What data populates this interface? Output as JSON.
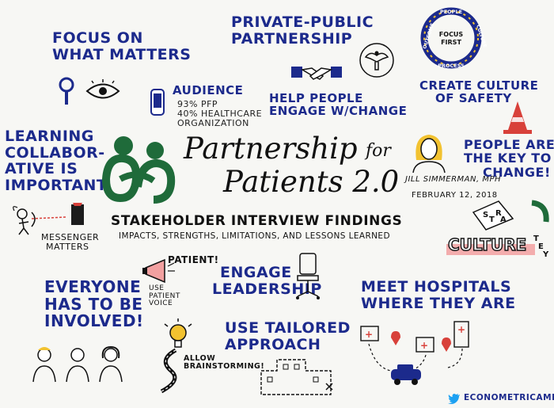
{
  "title": {
    "line1": "Partnership",
    "line1b": "for",
    "line2": "Patients 2.0",
    "subtitle": "STAKEHOLDER INTERVIEW FINDINGS",
    "tagline": "IMPACTS, STRENGTHS, LIMITATIONS, AND LESSONS LEARNED"
  },
  "author": {
    "name": "JILL SIMMERMAN, MPH",
    "date": "FEBRUARY 12, 2018"
  },
  "notes": {
    "focus": [
      "FOCUS ON",
      "WHAT MATTERS"
    ],
    "private_public": [
      "PRIVATE-PUBLIC",
      "PARTNERSHIP"
    ],
    "audience": "AUDIENCE",
    "audience_detail": [
      "93% PFP",
      "40% HEALTHCARE",
      "ORGANIZATION"
    ],
    "help_people": [
      "HELP PEOPLE",
      "ENGAGE W/CHANGE"
    ],
    "culture_safety": [
      "CREATE CULTURE",
      "OF SAFETY"
    ],
    "learning": [
      "LEARNING",
      "COLLABOR-",
      "ATIVE IS",
      "IMPORTANT"
    ],
    "messenger": [
      "MESSENGER",
      "MATTERS"
    ],
    "people_key": [
      "PEOPLE ARE",
      "THE KEY TO",
      "CHANGE!"
    ],
    "patient_tag": "PATIENT!",
    "patient_voice": [
      "USE",
      "PATIENT",
      "VOICE"
    ],
    "engage_leadership": [
      "ENGAGE",
      "LEADERSHIP"
    ],
    "everyone": [
      "EVERYONE",
      "HAS TO BE",
      "INVOLVED!"
    ],
    "allow": [
      "ALLOW",
      "BRAINSTORMING!"
    ],
    "tailored": [
      "USE TAILORED",
      "APPROACH"
    ],
    "hospitals": [
      "MEET HOSPITALS",
      "WHERE THEY ARE"
    ],
    "twitter": "ECONOMETRICAMD"
  },
  "cycle": {
    "center": [
      "FOCUS",
      "FIRST"
    ],
    "people": "PEOPLE",
    "culture": "CULTURE",
    "process": "PROCESS",
    "outcome": "OUTCOME"
  },
  "culture_word": "CULTURE",
  "strategy_letters": [
    "S",
    "T",
    "R",
    "A"
  ],
  "strategy_tail": [
    "T",
    "E",
    "Y"
  ],
  "colors": {
    "ink_blue": "#1c2a8c",
    "logo_green": "#1f6b3a",
    "accent_red": "#d8413a",
    "accent_yellow": "#f2c230",
    "twitter_blue": "#1da1f2"
  }
}
